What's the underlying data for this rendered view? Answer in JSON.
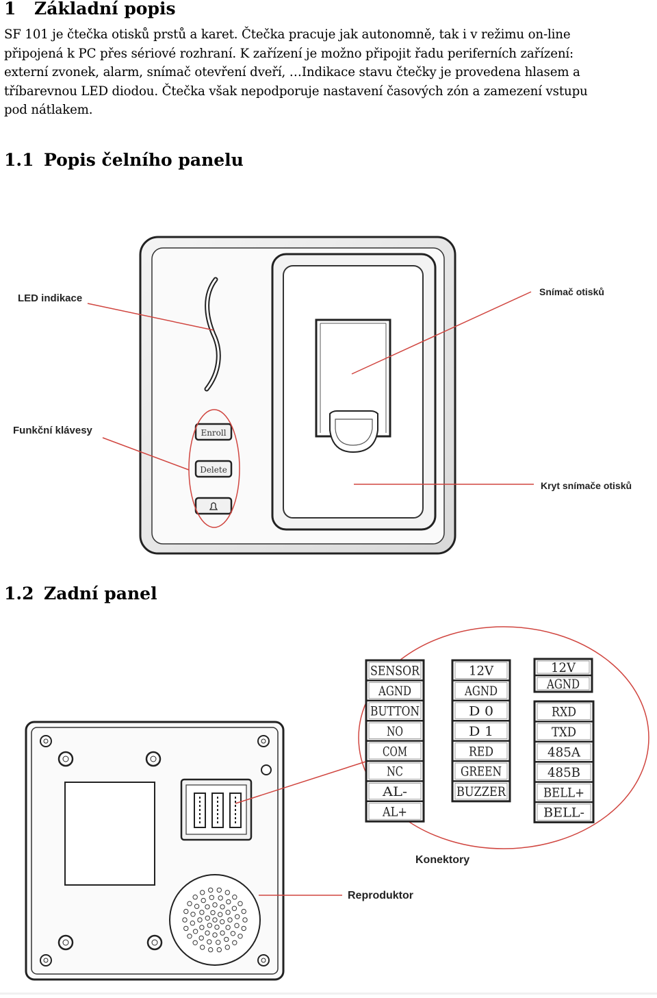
{
  "section1": {
    "number": "1",
    "title": "Základní popis"
  },
  "intro": {
    "lines": [
      "SF 101 je čtečka otisků prstů a karet. Čtečka pracuje jak autonomně, tak i v režimu on-line",
      "připojená k PC přes sériové rozhraní. K zařízení je možno připojit řadu periferních zařízení:",
      "externí zvonek, alarm, snímač otevření dveří, …Indikace stavu čtečky je provedena hlasem a",
      "tříbarevnou LED diodou. Čtečka však nepodporuje nastavení časových zón a zamezení vstupu",
      "pod nátlakem."
    ]
  },
  "section11": {
    "number": "1.1",
    "title": "Popis čelního panelu"
  },
  "front_panel": {
    "callouts": {
      "led": "LED indikace",
      "sensor": "Snímač otisků",
      "keys": "Funkční klávesy",
      "cover": "Kryt snímače otisků"
    },
    "buttons": {
      "enroll": "Enroll",
      "delete": "Delete",
      "bell": "🔔"
    }
  },
  "section12": {
    "number": "1.2",
    "title": "Zadní panel"
  },
  "back_panel": {
    "callouts": {
      "connectors": "Konektory",
      "speaker": "Reproduktor"
    },
    "connector_groups": [
      [
        "SENSOR",
        "AGND",
        "BUTTON",
        "NO",
        "COM",
        "NC",
        "AL-",
        "AL+"
      ],
      [
        "12V",
        "AGND",
        "D 0",
        "D 1",
        "RED",
        "GREEN",
        "BUZZER"
      ],
      [
        "12V",
        "AGND"
      ],
      [
        "RXD",
        "TXD",
        "485A",
        "485B",
        "BELL+",
        "BELL-"
      ]
    ]
  },
  "colors": {
    "callout_line": "#d0453f",
    "outline": "#333333"
  }
}
